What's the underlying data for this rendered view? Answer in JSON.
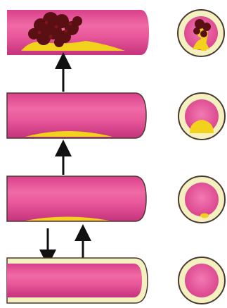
{
  "diagram": {
    "title": "",
    "stages": [
      {
        "id": "normal",
        "plaque": "none"
      },
      {
        "id": "fatty-streak",
        "plaque": "small"
      },
      {
        "id": "fibrous-plaque",
        "plaque": "medium"
      },
      {
        "id": "complicated-lesion",
        "plaque": "thrombus"
      }
    ],
    "colors": {
      "lumen": "#e8579a",
      "lumen-dark": "#c4337c",
      "wall": "#f5f0c0",
      "wall-outline": "#4a3a30",
      "plaque": "#f2d21c",
      "thrombus": "#5a0f12",
      "arrow": "#111111"
    }
  }
}
